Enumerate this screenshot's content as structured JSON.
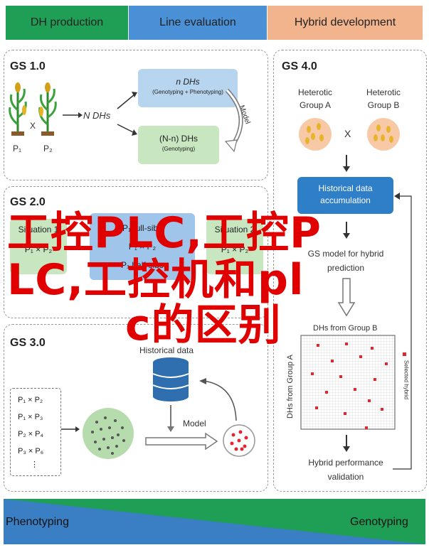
{
  "header": {
    "tab1": "DH production",
    "tab2": "Line evaluation",
    "tab3": "Hybrid development",
    "color1": "#1f9e55",
    "color2": "#4a90d6",
    "color3": "#f2b48c"
  },
  "gs1": {
    "title": "GS 1.0",
    "p1": "P₁",
    "p2": "P₂",
    "cross": "X",
    "n_dhs": "N DHs",
    "box1_title": "n DHs",
    "box1_sub": "(Genotyping + Phenotyping)",
    "box2_title": "(N-n) DHs",
    "box2_sub": "(Genotyping)",
    "model_label": "Model"
  },
  "gs2": {
    "title": "GS 2.0",
    "situation1": "Situation 1",
    "situation2": "Situation 2",
    "fullsibs": "P₁ full-sibs",
    "halfsibs": "P₁ half-sibs",
    "p1p2": "P₁ × P₂"
  },
  "gs3": {
    "title": "GS 3.0",
    "crosses": [
      "P₁ × P₂",
      "P₁ × P₃",
      "P₂ × P₄",
      "P₃ × P₆",
      "⋮"
    ],
    "historical": "Historical data",
    "model": "Model"
  },
  "gs4": {
    "title": "GS 4.0",
    "groupA": "Heterotic Group A",
    "groupB": "Heterotic Group B",
    "cross": "X",
    "hist_box": "Historical data accumulation",
    "gs_model": "GS model for hybrid prediction",
    "matrix_title": "DHs from Group B",
    "matrix_ylabel": "DHs from Group A",
    "legend": "Selected hybrid",
    "validation": "Hybrid performance validation"
  },
  "footer": {
    "left": "Phenotyping",
    "right": "Genotyping",
    "blue": "#3a7fc4",
    "green": "#1f9e55"
  },
  "watermark": {
    "line1": "工控PLC,工控P",
    "line2": "LC,工控机和pl",
    "line3": "c的区别"
  }
}
